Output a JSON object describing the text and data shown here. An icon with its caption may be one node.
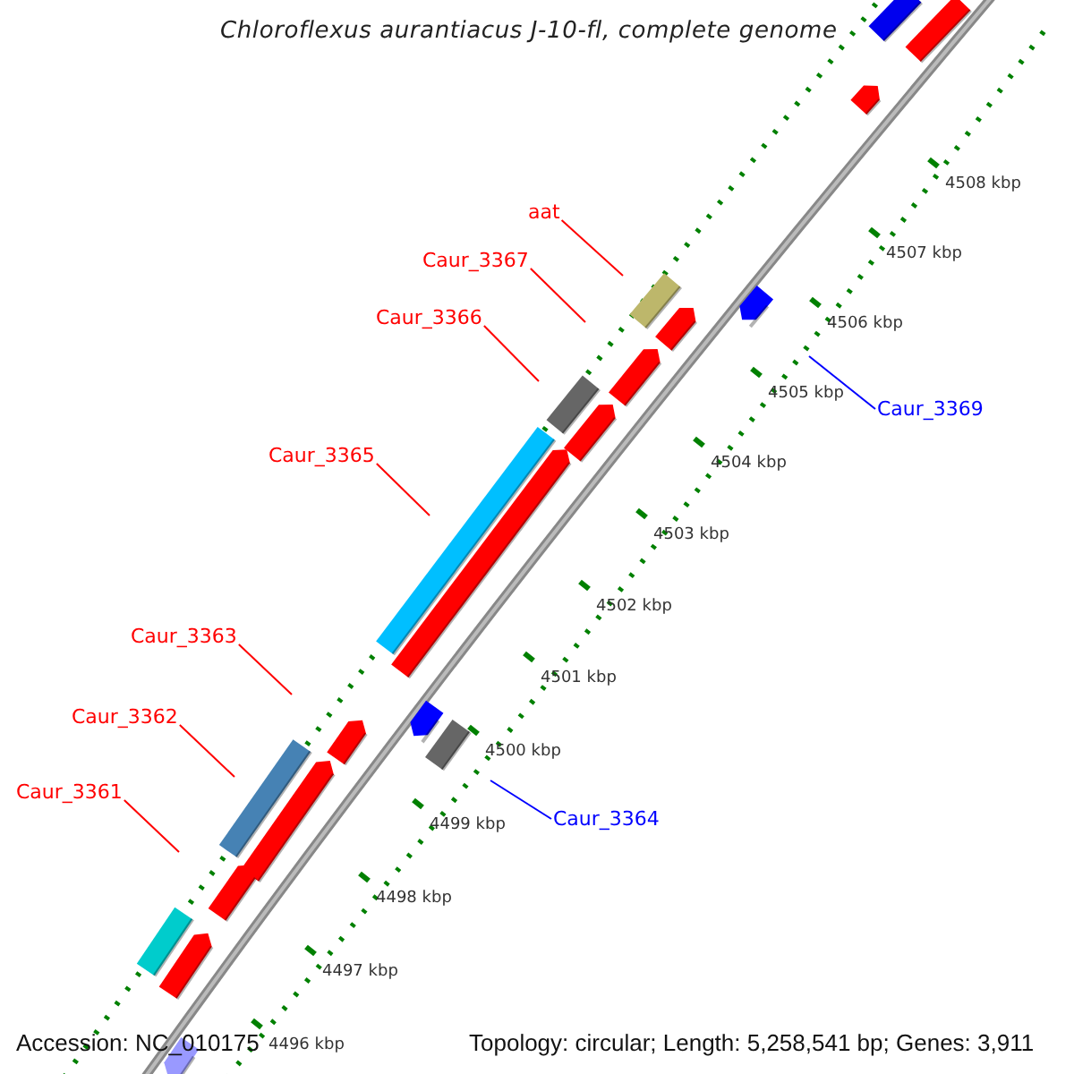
{
  "diagram": {
    "title": "Chloroflexus aurantiacus J-10-fl, complete genome",
    "nodes": [
      {
        "text": [
          "aat"
        ]
      },
      {
        "text": [
          "Caur_3367"
        ]
      },
      {
        "text": [
          "Caur_3366"
        ]
      },
      {
        "text": [
          "Caur_3365"
        ]
      },
      {
        "text": [
          "Caur_3363"
        ]
      },
      {
        "text": [
          "Caur_3362"
        ]
      },
      {
        "text": [
          "Caur_3361"
        ]
      },
      {
        "text": [
          "Caur_3369"
        ]
      },
      {
        "text": [
          "Caur_3364"
        ]
      }
    ],
    "edges": [
      {
        "from": 0,
        "to": null,
        "arrow": "none",
        "color": "#ff0000"
      },
      {
        "from": 1,
        "to": null,
        "arrow": "none",
        "color": "#ff0000"
      },
      {
        "from": 2,
        "to": null,
        "arrow": "none",
        "color": "#ff0000"
      },
      {
        "from": 3,
        "to": null,
        "arrow": "none",
        "color": "#ff0000"
      },
      {
        "from": 4,
        "to": null,
        "arrow": "none",
        "color": "#ff0000"
      },
      {
        "from": 5,
        "to": null,
        "arrow": "none",
        "color": "#ff0000"
      },
      {
        "from": 6,
        "to": null,
        "arrow": "none",
        "color": "#ff0000"
      },
      {
        "from": 7,
        "to": null,
        "arrow": "none",
        "color": "#0000ff"
      },
      {
        "from": 8,
        "to": null,
        "arrow": "none",
        "color": "#0000ff"
      }
    ],
    "labels": [
      "4508 kbp",
      "4507 kbp",
      "4506 kbp",
      "4505 kbp",
      "4504 kbp",
      "4503 kbp",
      "4502 kbp",
      "4501 kbp",
      "4500 kbp",
      "4499 kbp",
      "4498 kbp",
      "4497 kbp",
      "4496 kbp",
      "Accession: NC_010175",
      "Topology: circular; Length: 5,258,541 bp; Genes: 3,911"
    ]
  }
}
